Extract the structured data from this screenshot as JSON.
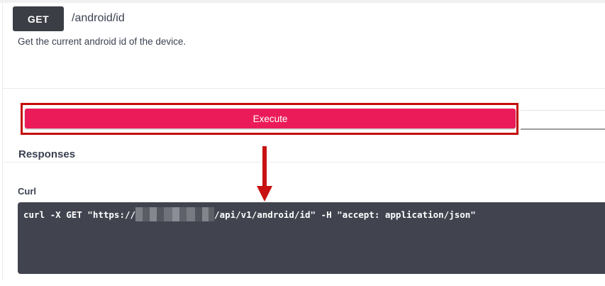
{
  "opblock": {
    "method": "GET",
    "path": "/android/id",
    "description": "Get the current android id of the device."
  },
  "execute_button": {
    "label": "Execute"
  },
  "responses_section": {
    "title": "Responses",
    "curl_label": "Curl",
    "curl_command": {
      "prefix": "curl -X GET \"https://",
      "host_redacted": true,
      "suffix": "/api/v1/android/id\" -H \"accept: application/json\""
    }
  },
  "annotations": {
    "highlight_box": "red rectangle around Execute button",
    "arrow": "red arrow pointing from Execute button down to curl output"
  },
  "colors": {
    "method_badge_bg": "#3b3e44",
    "execute_button_bg": "#eb1b59",
    "annotation_red": "#c40b0b",
    "code_block_bg": "#41444e",
    "heading_text": "#3b4151"
  }
}
